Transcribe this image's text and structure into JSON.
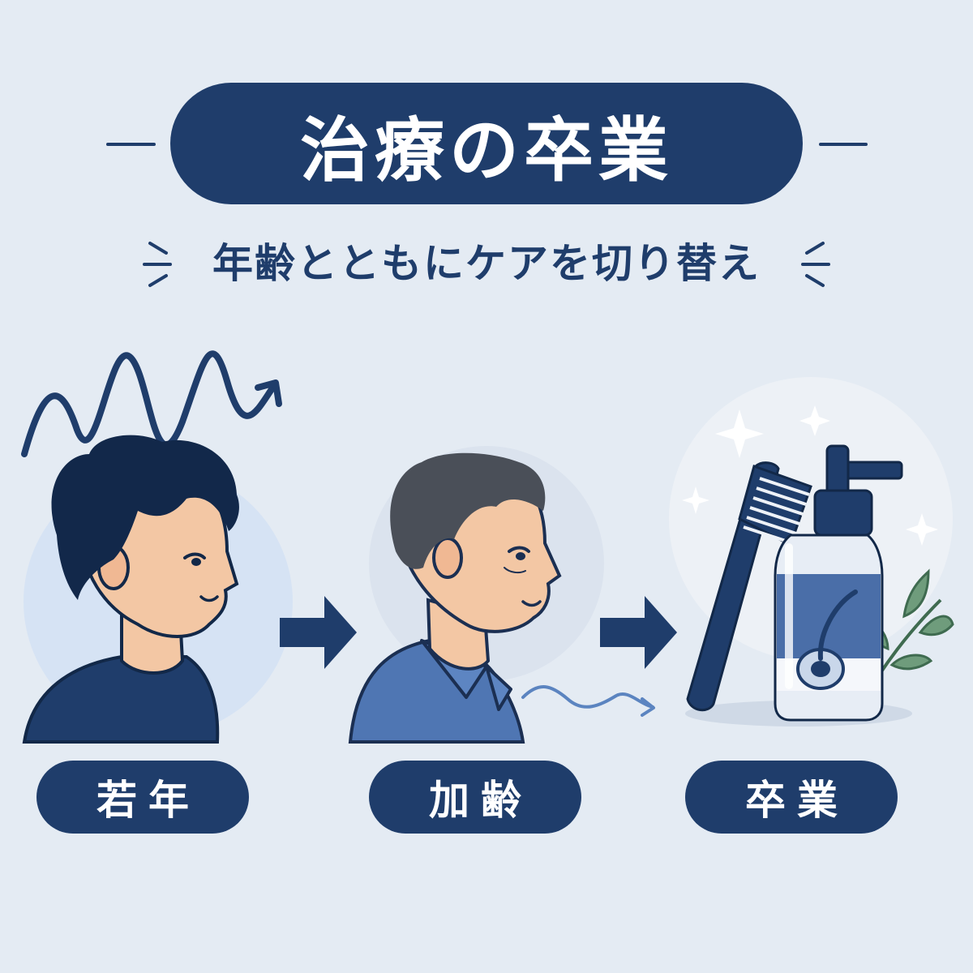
{
  "title": "治療の卒業",
  "subtitle": "年齢とともにケアを切り替え",
  "stages": [
    {
      "label": "若年"
    },
    {
      "label": "加齢"
    },
    {
      "label": "卒業"
    }
  ],
  "colors": {
    "background": "#e4ebf3",
    "navy": "#1f3d6b",
    "accent_blue": "#5b84c0",
    "skin": "#f3c7a4",
    "leaf": "#6f9c7c",
    "white": "#ffffff"
  },
  "icons": [
    "wave-arrow-icon",
    "comb-icon",
    "spray-bottle-icon",
    "hair-follicle-icon",
    "leaf-branch-icon",
    "sparkle-icon",
    "arrow-right-icon"
  ]
}
